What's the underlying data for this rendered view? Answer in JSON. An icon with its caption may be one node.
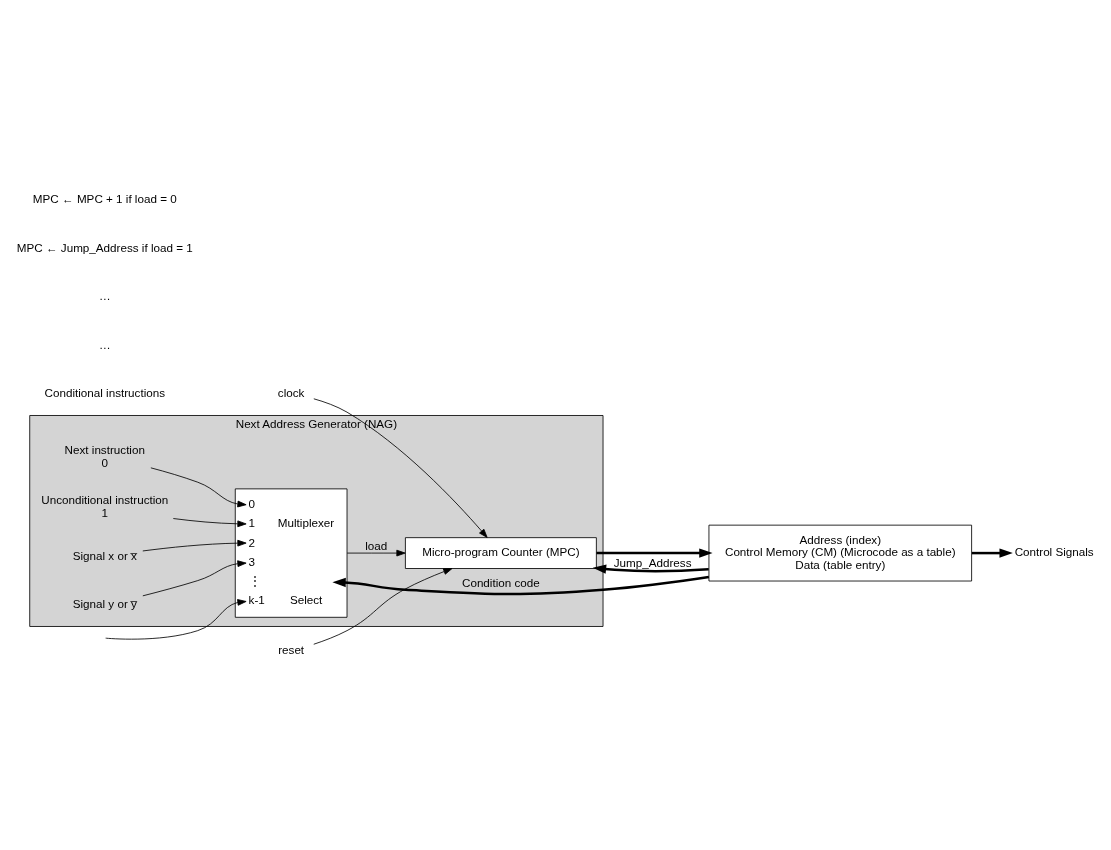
{
  "diagram": {
    "nodes": [
      {
        "text": [
          "Next Address Generator (NAG)"
        ]
      },
      {
        "text": [
          "0",
          "1",
          "2",
          "3",
          "⋮",
          "k-1",
          "Multiplexer",
          "Select"
        ],
        "in": 0
      },
      {
        "text": [
          "Next instruction",
          "0"
        ],
        "in": 0
      },
      {
        "text": [
          "Unconditional instruction",
          "1"
        ],
        "in": 0
      },
      {
        "text": [
          "Signal x or x̅"
        ],
        "in": 0
      },
      {
        "text": [
          "Signal y or y̅"
        ],
        "in": 0
      },
      {
        "text": [
          "Micro-program Counter (MPC)"
        ],
        "in": 0
      },
      {
        "text": [
          "clock"
        ]
      },
      {
        "text": [
          "reset"
        ]
      },
      {
        "text": [
          "Address (index)",
          "Control Memory (CM) (Microcode as a table)",
          "Data (table entry)"
        ]
      },
      {
        "text": [
          "Control Signals"
        ]
      }
    ],
    "edges": [
      {
        "from": 2,
        "to": 1,
        "arrow": "to"
      },
      {
        "from": 3,
        "to": 1,
        "arrow": "to"
      },
      {
        "from": 4,
        "to": 1,
        "arrow": "to"
      },
      {
        "from": 5,
        "to": 1,
        "arrow": "to"
      },
      {
        "from": null,
        "to": 1,
        "arrow": "to"
      },
      {
        "from": 1,
        "to": 6,
        "arrow": "to",
        "label": "load"
      },
      {
        "from": 7,
        "to": 6,
        "arrow": "to"
      },
      {
        "from": 8,
        "to": 6,
        "arrow": "to"
      },
      {
        "from": 6,
        "to": 9,
        "arrow": "to",
        "style": "thick"
      },
      {
        "from": 9,
        "to": 10,
        "arrow": "to",
        "style": "thick"
      },
      {
        "from": 9,
        "to": 1,
        "arrow": "to",
        "style": "thick",
        "label": "Condition code"
      },
      {
        "from": 9,
        "to": 6,
        "arrow": "to",
        "style": "thick",
        "label": "Jump_Address"
      }
    ],
    "labels": [
      "Conditional instructions",
      "…",
      "…",
      "MPC ← Jump_Address if load = 1",
      "MPC ← MPC + 1 if load = 0"
    ]
  }
}
